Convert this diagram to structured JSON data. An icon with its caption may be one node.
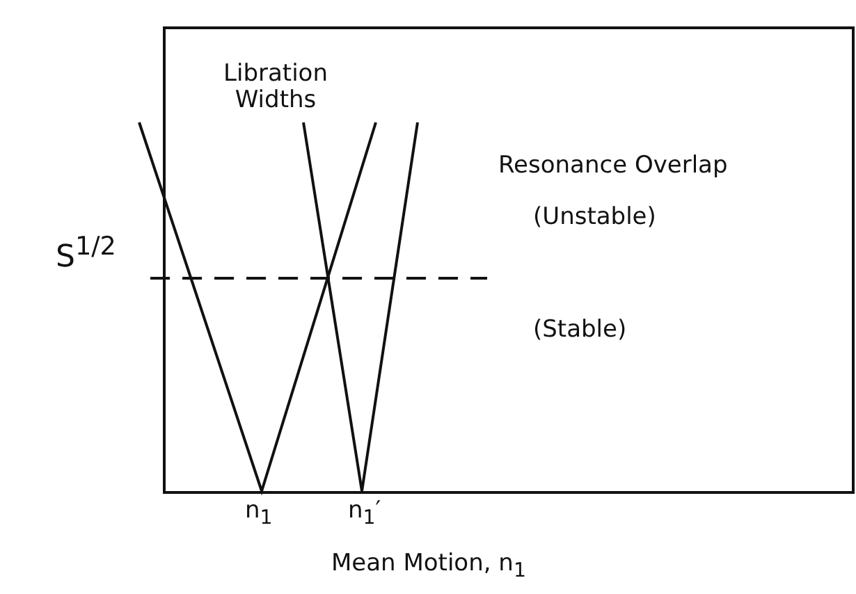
{
  "diagram": {
    "labels": [
      "Libration Widths",
      "Resonance Overlap",
      "(Unstable)",
      "S$^{1/2}$",
      "(Stable)",
      "n$_{1}$",
      "n$_{1}$′",
      "Mean Motion, n$_{1}$"
    ]
  }
}
